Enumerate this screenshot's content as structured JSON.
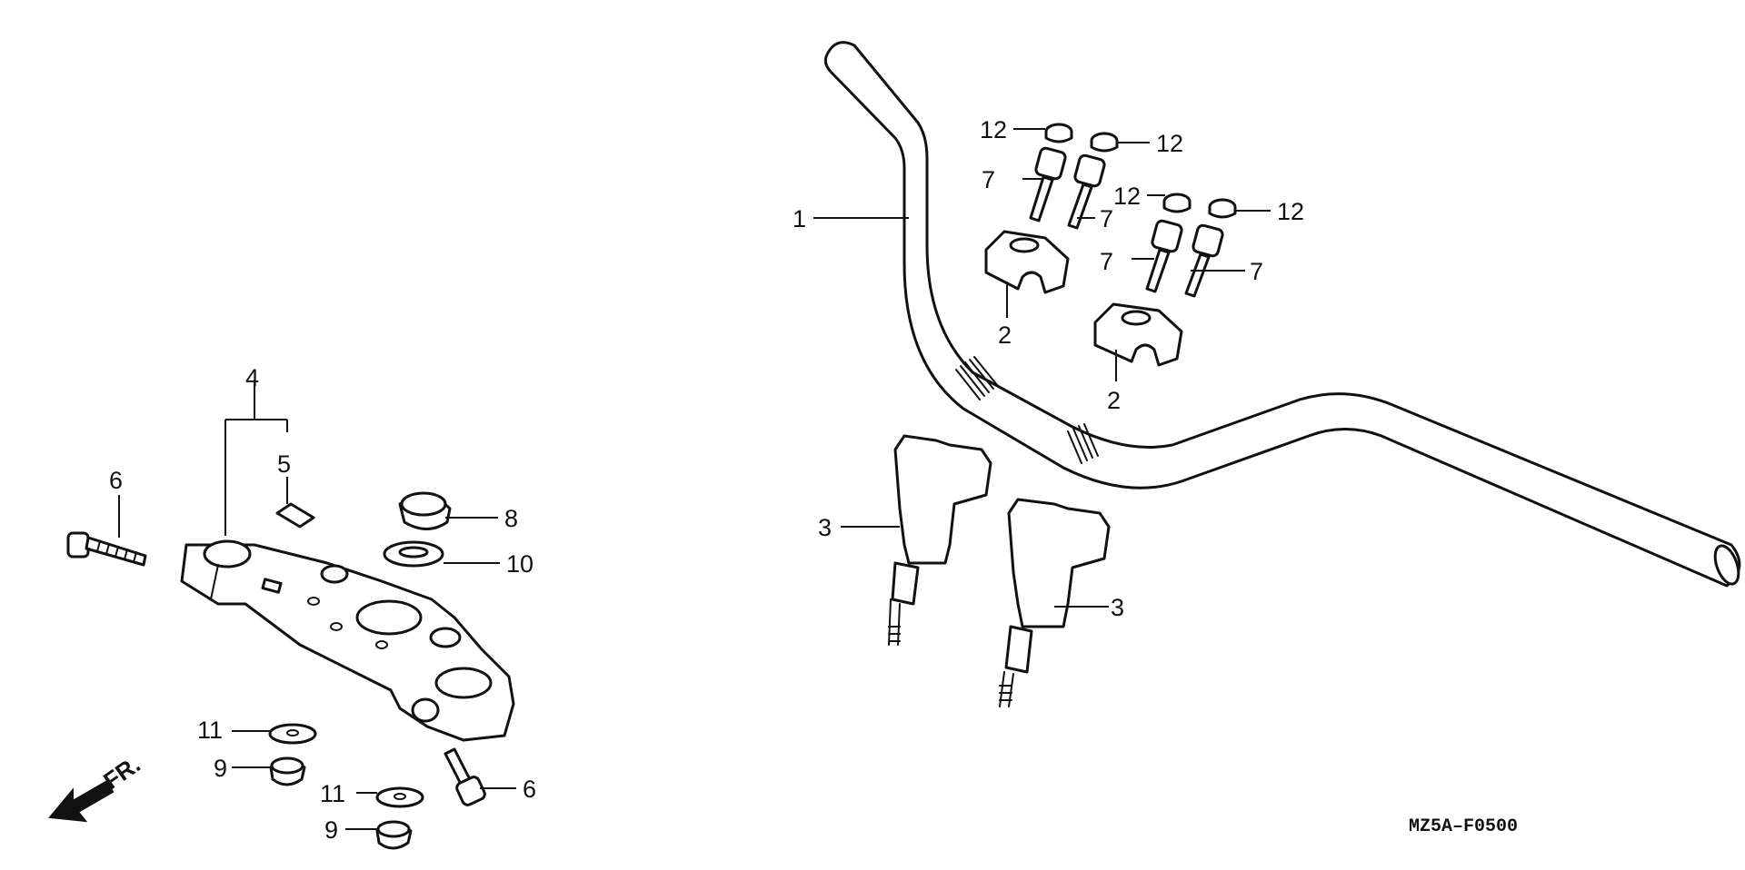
{
  "callouts": {
    "c1": "1",
    "c2a": "2",
    "c2b": "2",
    "c3a": "3",
    "c3b": "3",
    "c4": "4",
    "c5": "5",
    "c6a": "6",
    "c6b": "6",
    "c7a": "7",
    "c7b": "7",
    "c7c": "7",
    "c7d": "7",
    "c8": "8",
    "c9a": "9",
    "c9b": "9",
    "c10": "10",
    "c11a": "11",
    "c11b": "11",
    "c12a": "12",
    "c12b": "12",
    "c12c": "12",
    "c12d": "12"
  },
  "direction_label": "FR.",
  "diagram_code": "MZ5A–F0500"
}
